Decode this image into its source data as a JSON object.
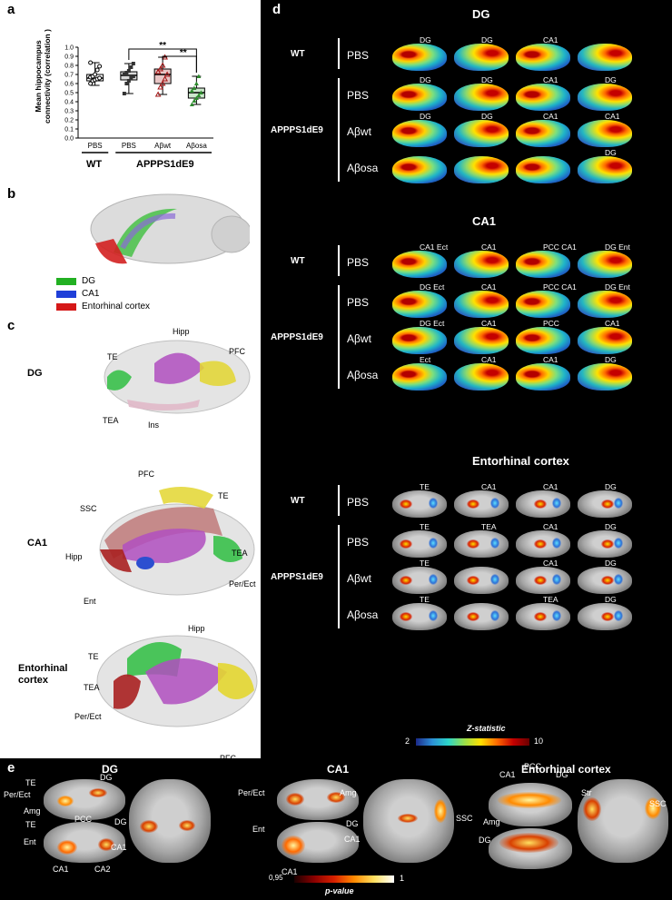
{
  "panel_labels": {
    "a": "a",
    "b": "b",
    "c": "c",
    "d": "d",
    "e": "e"
  },
  "panel_a": {
    "chart_data": {
      "type": "box",
      "ylabel": "Mean hippocampus connectivity (correlation )",
      "ylim": [
        0,
        1.0
      ],
      "yticks": [
        "0.0",
        "0.1",
        "0.2",
        "0.3",
        "0.4",
        "0.5",
        "0.6",
        "0.7",
        "0.8",
        "0.9",
        "1.0"
      ],
      "categories": [
        "PBS",
        "PBS",
        "Aβwt",
        "Aβosa"
      ],
      "group_labels": [
        "WT",
        "APPPS1dE9"
      ],
      "series": [
        {
          "category": "PBS",
          "group": "WT",
          "median": 0.66,
          "q1": 0.63,
          "q3": 0.7,
          "min": 0.58,
          "max": 0.83,
          "color": "#ffffff",
          "points": [
            0.6,
            0.63,
            0.64,
            0.65,
            0.66,
            0.67,
            0.68,
            0.7,
            0.75,
            0.79,
            0.83
          ]
        },
        {
          "category": "PBS",
          "group": "APPPS1dE9",
          "median": 0.69,
          "q1": 0.64,
          "q3": 0.73,
          "min": 0.49,
          "max": 0.82,
          "color": "#333333",
          "points": [
            0.49,
            0.6,
            0.63,
            0.66,
            0.68,
            0.7,
            0.72,
            0.74,
            0.78,
            0.82
          ]
        },
        {
          "category": "Aβwt",
          "group": "APPPS1dE9",
          "median": 0.7,
          "q1": 0.6,
          "q3": 0.76,
          "min": 0.48,
          "max": 0.89,
          "color": "#a31515",
          "points": [
            0.48,
            0.56,
            0.6,
            0.65,
            0.7,
            0.73,
            0.76,
            0.8,
            0.89
          ]
        },
        {
          "category": "Aβosa",
          "group": "APPPS1dE9",
          "median": 0.5,
          "q1": 0.44,
          "q3": 0.55,
          "min": 0.37,
          "max": 0.68,
          "color": "#2e8b2e",
          "points": [
            0.37,
            0.41,
            0.44,
            0.47,
            0.5,
            0.52,
            0.55,
            0.6,
            0.68
          ]
        }
      ],
      "significance": [
        "**",
        "**"
      ]
    }
  },
  "panel_b": {
    "legend": [
      {
        "label": "DG",
        "color": "#22b022"
      },
      {
        "label": "CA1",
        "color": "#1f3fd8"
      },
      {
        "label": "Entorhinal cortex",
        "color": "#d51818"
      }
    ]
  },
  "panel_c": {
    "rows": [
      {
        "title": "DG",
        "labels": [
          "TE",
          "Hipp",
          "PFC",
          "TEA",
          "Ins"
        ]
      },
      {
        "title": "CA1",
        "labels": [
          "PFC",
          "SSC",
          "TE",
          "Hipp",
          "TEA",
          "Per/Ect",
          "Ent"
        ]
      },
      {
        "title": "Entorhinal cortex",
        "labels": [
          "Hipp",
          "TE",
          "TEA",
          "Per/Ect",
          "PFC"
        ]
      }
    ]
  },
  "panel_d": {
    "sections": [
      {
        "title": "DG",
        "groups": [
          {
            "group": "WT",
            "rows": [
              {
                "cond": "PBS",
                "labels": [
                  "DG",
                  "DG",
                  "CA1",
                  ""
                ]
              }
            ]
          },
          {
            "group": "APPPS1dE9",
            "rows": [
              {
                "cond": "PBS",
                "labels": [
                  "DG",
                  "DG",
                  "CA1",
                  "DG"
                ]
              },
              {
                "cond": "Aβwt",
                "labels": [
                  "DG",
                  "DG",
                  "CA1",
                  "CA1"
                ]
              },
              {
                "cond": "Aβosa",
                "labels": [
                  "",
                  "",
                  "",
                  "DG"
                ]
              }
            ]
          }
        ]
      },
      {
        "title": "CA1",
        "groups": [
          {
            "group": "WT",
            "rows": [
              {
                "cond": "PBS",
                "labels": [
                  "CA1 Ect",
                  "CA1",
                  "PCC CA1",
                  "DG Ent"
                ]
              }
            ]
          },
          {
            "group": "APPPS1dE9",
            "rows": [
              {
                "cond": "PBS",
                "labels": [
                  "DG Ect",
                  "CA1",
                  "PCC CA1",
                  "DG Ent"
                ]
              },
              {
                "cond": "Aβwt",
                "labels": [
                  "DG Ect",
                  "CA1",
                  "PCC",
                  "CA1"
                ]
              },
              {
                "cond": "Aβosa",
                "labels": [
                  "Ect",
                  "CA1",
                  "CA1",
                  "DG"
                ]
              }
            ]
          }
        ]
      },
      {
        "title": "Entorhinal cortex",
        "groups": [
          {
            "group": "WT",
            "rows": [
              {
                "cond": "PBS",
                "labels": [
                  "TE",
                  "CA1",
                  "CA1",
                  "DG"
                ]
              }
            ]
          },
          {
            "group": "APPPS1dE9",
            "rows": [
              {
                "cond": "PBS",
                "labels": [
                  "TE",
                  "TEA",
                  "CA1",
                  "DG"
                ]
              },
              {
                "cond": "Aβwt",
                "labels": [
                  "TE",
                  "",
                  "CA1",
                  "DG"
                ]
              },
              {
                "cond": "Aβosa",
                "labels": [
                  "TE",
                  "",
                  "TEA",
                  "DG"
                ]
              }
            ]
          }
        ]
      }
    ],
    "colorbar": {
      "label": "Z-statistic",
      "min": "2",
      "max": "10"
    }
  },
  "panel_e": {
    "sections": [
      {
        "title": "DG",
        "labels": [
          "TE",
          "DG",
          "Per/Ect",
          "Amg",
          "TE",
          "PCC",
          "Ent",
          "CA1",
          "CA2",
          "DG",
          "CA1"
        ]
      },
      {
        "title": "CA1",
        "labels": [
          "Per/Ect",
          "Amg",
          "Ent",
          "CA1",
          "DG",
          "CA1",
          "SSC"
        ]
      },
      {
        "title": "Entorhinal cortex",
        "labels": [
          "CA1",
          "PCC",
          "DG",
          "Amg",
          "Str",
          "SSC",
          "DG"
        ]
      }
    ],
    "colorbar": {
      "label": "p-value",
      "min": "0,95",
      "max": "1"
    }
  }
}
